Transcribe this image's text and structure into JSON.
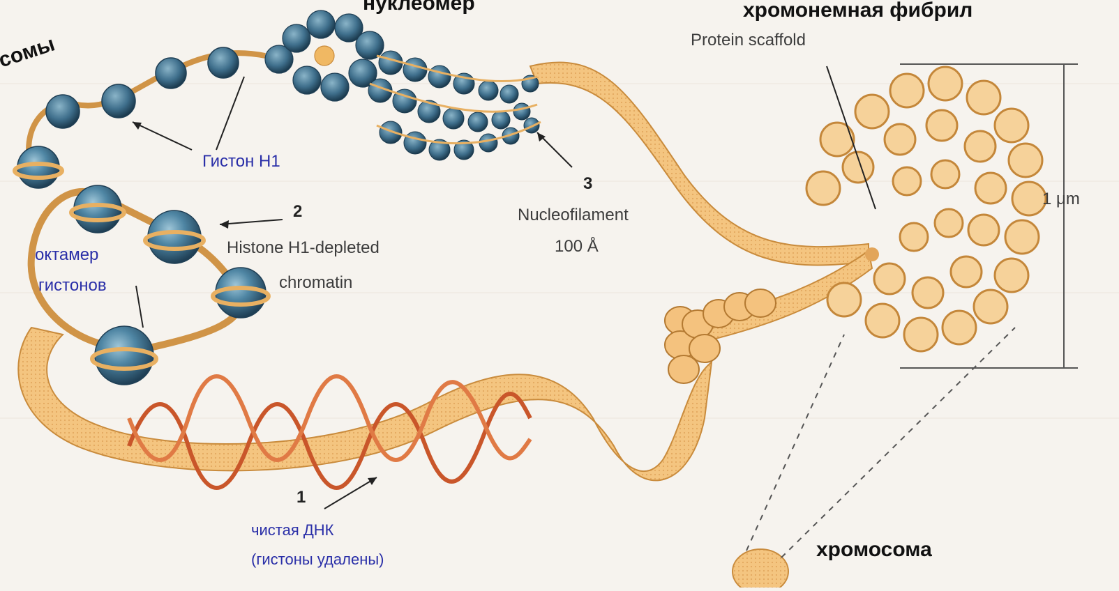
{
  "labels": {
    "nucleosomes_partial": "сомы",
    "nucleomer_partial": "нуклеомер",
    "chromonemal_fibril_partial": "хромонемная фибрил",
    "protein_scaffold": "Protein scaffold",
    "histone_h1": "Гистон H1",
    "step2_num": "2",
    "step2_en_line1": "Histone H1-depleted",
    "step2_en_line2": "chromatin",
    "octamer_line1": "октамер",
    "octamer_line2": "гистонов",
    "step3_num": "3",
    "nucleofilament": "Nucleofilament",
    "size_100a": "100 Å",
    "scale_1um": "1 μm",
    "step1_num": "1",
    "pure_dna_line1": "чистая ДНК",
    "pure_dna_line2": "(гистоны удалены)",
    "chromosome": "хромосома"
  },
  "colors": {
    "ribbon": "#f2c27a",
    "ribbon_edge": "#c98b3c",
    "nucleosome": "#3f6f8c",
    "nucleosome_edge": "#1f3f55",
    "dna_helix": "#c9562a",
    "label_blue": "#2a2fa8",
    "background": "#f6f3ee"
  }
}
